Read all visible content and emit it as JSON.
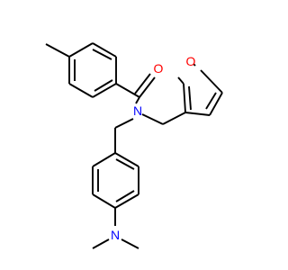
{
  "molecule": {
    "atoms": {
      "oxygen_carbonyl": "O",
      "oxygen_furan": "O",
      "nitrogen_amide": "N",
      "nitrogen_amine": "N"
    },
    "colors": {
      "bond": "#000000",
      "oxygen": "#ff0000",
      "nitrogen": "#0000ff",
      "background": "#ffffff"
    }
  }
}
